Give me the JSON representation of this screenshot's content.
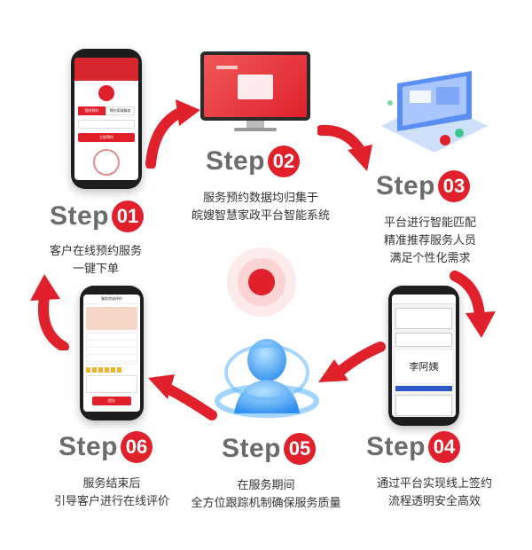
{
  "steps": [
    {
      "word": "Step",
      "num": "01",
      "desc": [
        "客户在线预约服务",
        "一键下单"
      ]
    },
    {
      "word": "Step",
      "num": "02",
      "desc": [
        "服务预约数据均归集于",
        "皖嫂智慧家政平台智能系统"
      ]
    },
    {
      "word": "Step",
      "num": "03",
      "desc": [
        "平台进行智能匹配",
        "精准推荐服务人员",
        "满足个性化需求"
      ]
    },
    {
      "word": "Step",
      "num": "04",
      "desc": [
        "通过平台实现线上签约",
        "流程透明安全高效"
      ]
    },
    {
      "word": "Step",
      "num": "05",
      "desc": [
        "在服务期间",
        "全方位跟踪机制确保服务质量"
      ]
    },
    {
      "word": "Step",
      "num": "06",
      "desc": [
        "服务结束后",
        "引导客户进行在线评价"
      ]
    }
  ],
  "phone1": {
    "tab1": "我的预约",
    "tab2": "预约家政服务",
    "button": "立即预约"
  },
  "phone4": {
    "signature": "李阿姨"
  },
  "phone6": {
    "title": "服务完成评价",
    "button": "提交"
  },
  "colors": {
    "accent": "#e0212c",
    "stepGray": "#6b6b6b"
  }
}
